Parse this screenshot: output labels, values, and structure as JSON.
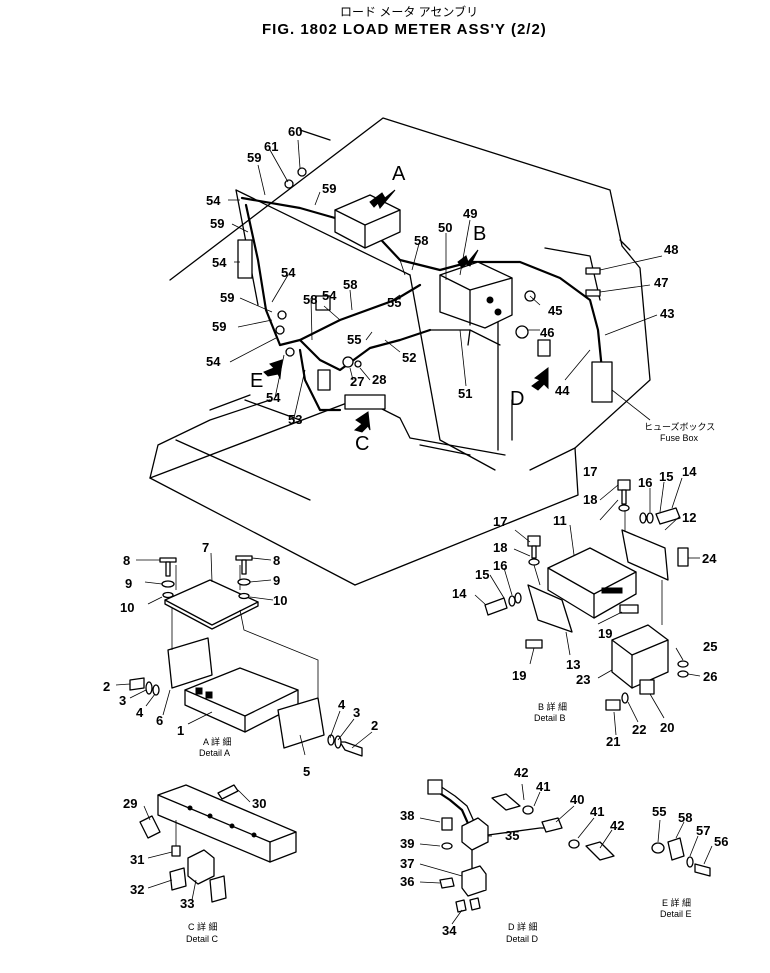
{
  "header": {
    "title_jp": "ロード メータ アセンブリ",
    "title": "FIG. 1802  LOAD METER ASS'Y (2/2)"
  },
  "view_letters": [
    "A",
    "B",
    "C",
    "D",
    "E"
  ],
  "captions": {
    "fuse_box_jp": "ヒューズボックス",
    "fuse_box": "Fuse Box",
    "detail_a_jp": "A 詳 細",
    "detail_a": "Detail A",
    "detail_b_jp": "B 詳 細",
    "detail_b": "Detail B",
    "detail_c_jp": "C 詳 細",
    "detail_c": "Detail C",
    "detail_d_jp": "D 詳 細",
    "detail_d": "Detail D",
    "detail_e_jp": "E 詳 細",
    "detail_e": "Detail E"
  },
  "callouts": {
    "main": [
      "60",
      "61",
      "59",
      "59",
      "54",
      "59",
      "54",
      "54",
      "59",
      "59",
      "54",
      "54",
      "58",
      "58",
      "54",
      "58",
      "55",
      "55",
      "52",
      "53",
      "27",
      "28",
      "49",
      "50",
      "45",
      "46",
      "51",
      "44",
      "48",
      "47",
      "43"
    ],
    "detail_a": [
      "8",
      "9",
      "10",
      "7",
      "8",
      "9",
      "10",
      "2",
      "3",
      "4",
      "6",
      "1",
      "4",
      "3",
      "2",
      "5"
    ],
    "detail_b": [
      "17",
      "16",
      "15",
      "14",
      "18",
      "12",
      "17",
      "11",
      "18",
      "24",
      "16",
      "15",
      "14",
      "19",
      "13",
      "19",
      "25",
      "26",
      "23",
      "22",
      "20",
      "21"
    ],
    "detail_c": [
      "29",
      "30",
      "31",
      "32",
      "33"
    ],
    "detail_d": [
      "42",
      "41",
      "40",
      "41",
      "42",
      "38",
      "35",
      "39",
      "37",
      "36",
      "34"
    ],
    "detail_e": [
      "55",
      "58",
      "57",
      "56"
    ]
  }
}
